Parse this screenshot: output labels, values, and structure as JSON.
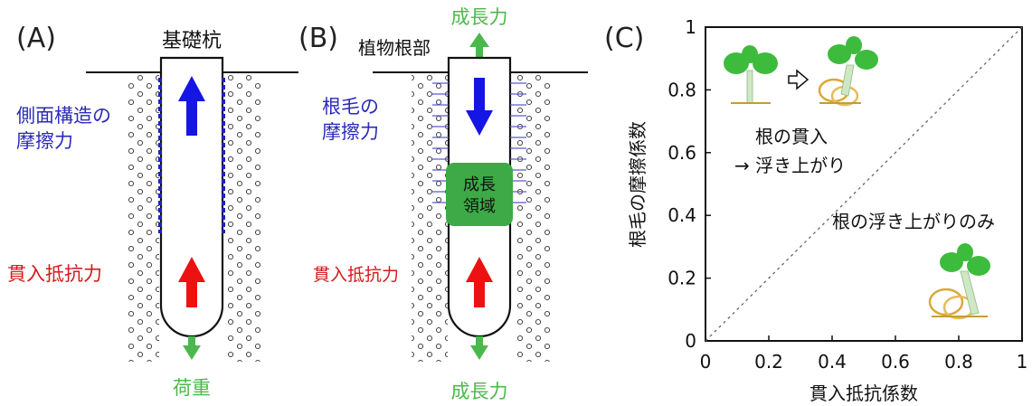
{
  "panel_a": {
    "panel_label": "(A)",
    "pile_label": "基礎杭",
    "side_friction_label": [
      "側面構造の",
      "摩擦力"
    ],
    "penetration_resistance_label": "貫入抵抗力",
    "load_label": "荷重"
  },
  "panel_b": {
    "panel_label": "(B)",
    "root_label": "植物根部",
    "growth_force_top": "成長力",
    "root_hair_friction_label": [
      "根毛の",
      "摩擦力"
    ],
    "growth_zone_label": [
      "成長",
      "領域"
    ],
    "penetration_resistance_label": "貫入抵抗力",
    "growth_force_bottom": "成長力"
  },
  "panel_c": {
    "panel_label": "(C)",
    "xlabel": "貫入抵抗係数",
    "ylabel": "根毛の摩擦係数",
    "upper_region_label": [
      "根の貫入",
      "→ 浮き上がり"
    ],
    "lower_region_label": "根の浮き上がりのみ"
  },
  "colors": {
    "blue_arrow": "#1515e6",
    "red_arrow": "#ee1111",
    "green": "#4cb84c",
    "growth_zone": "#3daa47",
    "blue_text": "#2b2bb8",
    "red_text": "#d41a1a",
    "root_hair": "#5a5ad0"
  },
  "chart_data": {
    "type": "scatter",
    "title": "",
    "xlabel": "貫入抵抗係数",
    "ylabel": "根毛の摩擦係数",
    "xlim": [
      0,
      1
    ],
    "ylim": [
      0,
      1
    ],
    "x_ticks": [
      "0",
      "0.2",
      "0.4",
      "0.6",
      "0.8",
      "1"
    ],
    "y_ticks": [
      "0",
      "0.2",
      "0.4",
      "0.6",
      "0.8",
      "1"
    ],
    "reference_line": {
      "style": "dotted",
      "x": [
        0,
        1
      ],
      "y": [
        0,
        1
      ]
    },
    "grid": false
  }
}
